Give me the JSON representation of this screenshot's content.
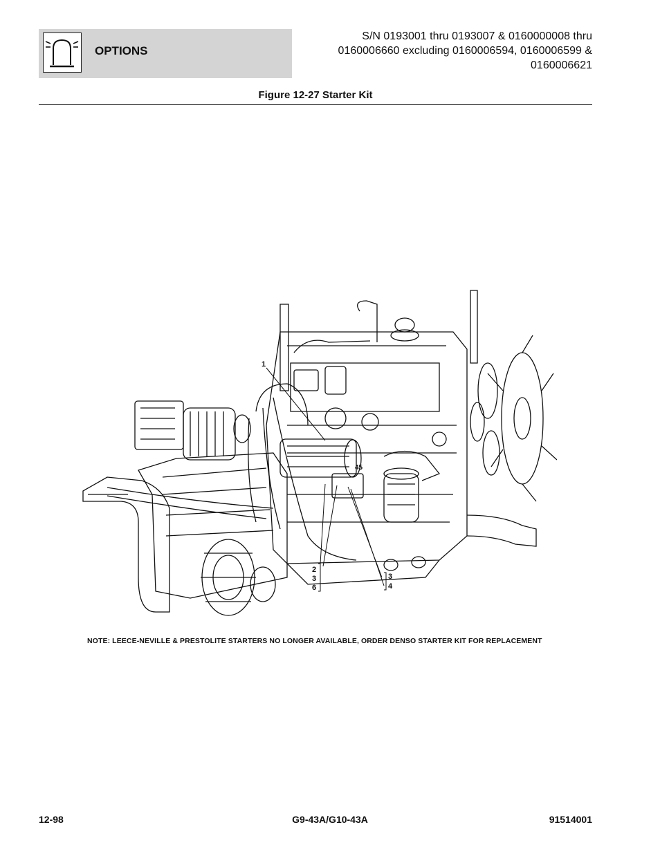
{
  "header": {
    "section": "OPTIONS",
    "icon": "beacon-light-icon",
    "serial_lines": [
      "S/N 0193001 thru 0193007 & 0160000008 thru",
      "0160006660 excluding 0160006594, 0160006599 &",
      "0160006621"
    ]
  },
  "figure": {
    "title": "Figure 12-27 Starter Kit",
    "callouts": {
      "c1": "1",
      "c2": "2",
      "c3a": "3",
      "c6": "6",
      "c3b": "3",
      "c4": "4"
    },
    "engine_badge": "45"
  },
  "note": "NOTE:   LEECE-NEVILLE & PRESTOLITE STARTERS NO LONGER AVAILABLE, ORDER DENSO STARTER KIT FOR REPLACEMENT",
  "footer": {
    "page": "12-98",
    "model": "G9-43A/G10-43A",
    "doc_number": "91514001"
  }
}
